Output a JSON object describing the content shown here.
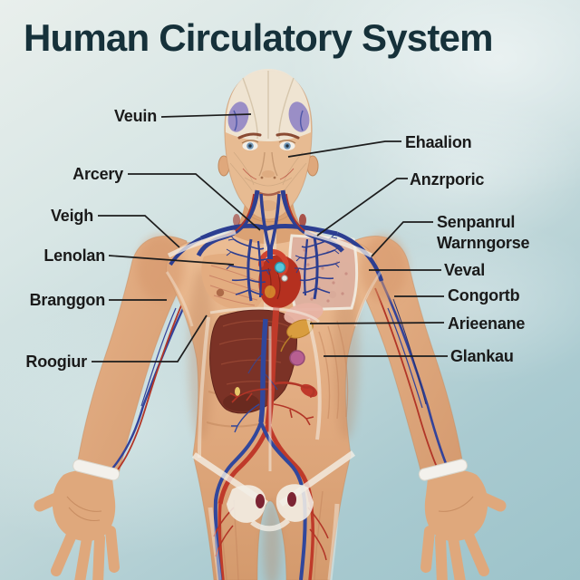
{
  "title": "Human Circulatory System",
  "labels": {
    "left": [
      "Veuin",
      "Arcery",
      "Veigh",
      "Lenolan",
      "Branggon",
      "Roogiur"
    ],
    "right": [
      "Ehaalion",
      "Anzrporic",
      "Senpanrul Warnngorse",
      "Veval",
      "Congortb",
      "Arieenane",
      "Glankau"
    ]
  },
  "colors": {
    "background_teal": "#a9cad0",
    "title_color": "#16313a",
    "label_color": "#1a1a1a",
    "leader_line": "#1d1d1d",
    "skin": "#e2ab80",
    "artery_red": "#c23a28",
    "vein_blue": "#2e3f91",
    "heart_red": "#b5301f",
    "node_cyan": "#4cc5da",
    "liver_brown": "#7b3226",
    "gallbladder_orange": "#d99d3f",
    "skull_cream": "#efe5d4",
    "wristband_white": "#f3f1ec"
  }
}
